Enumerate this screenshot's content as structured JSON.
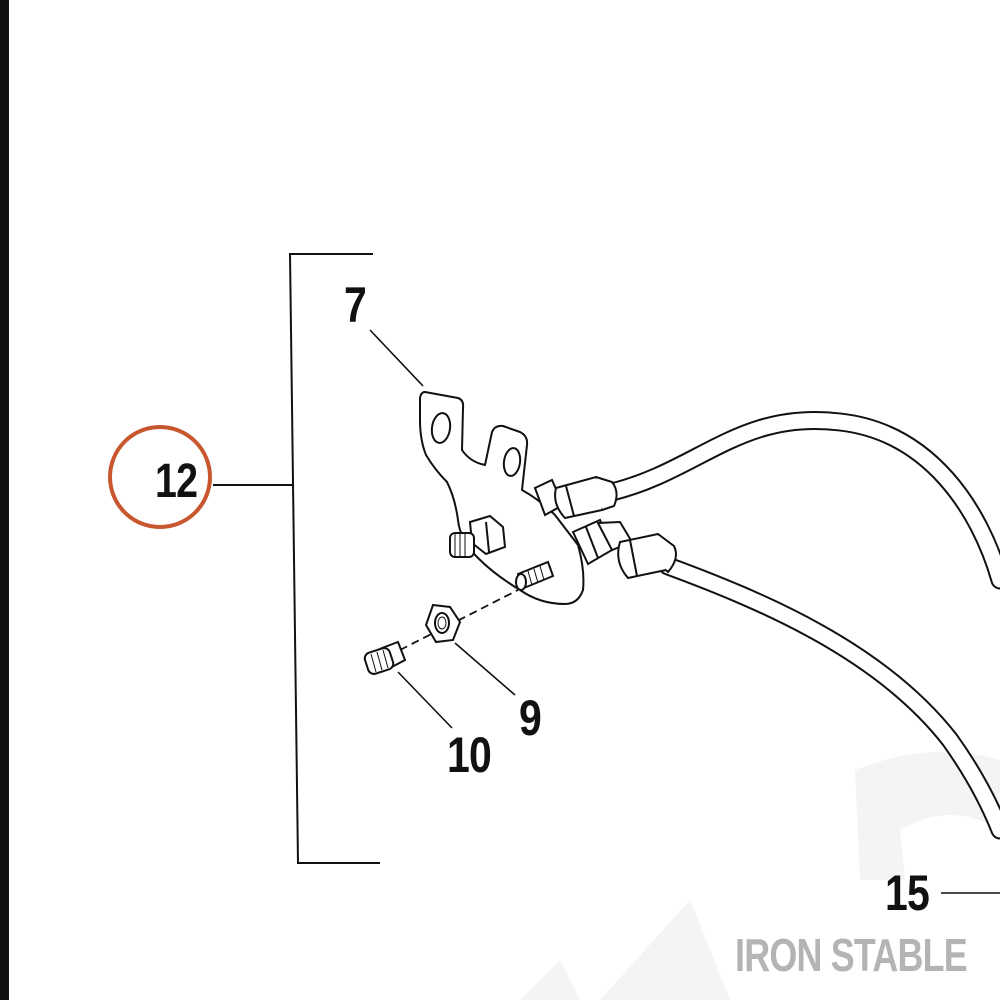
{
  "callouts": {
    "c7": "7",
    "c9": "9",
    "c10": "10",
    "c12": "12",
    "c15": "15"
  },
  "watermark": "IRON STABLE",
  "colors": {
    "highlight_circle": "#c8562f",
    "line": "#111111",
    "watermark": "#b4b4b4",
    "background": "#ffffff"
  }
}
